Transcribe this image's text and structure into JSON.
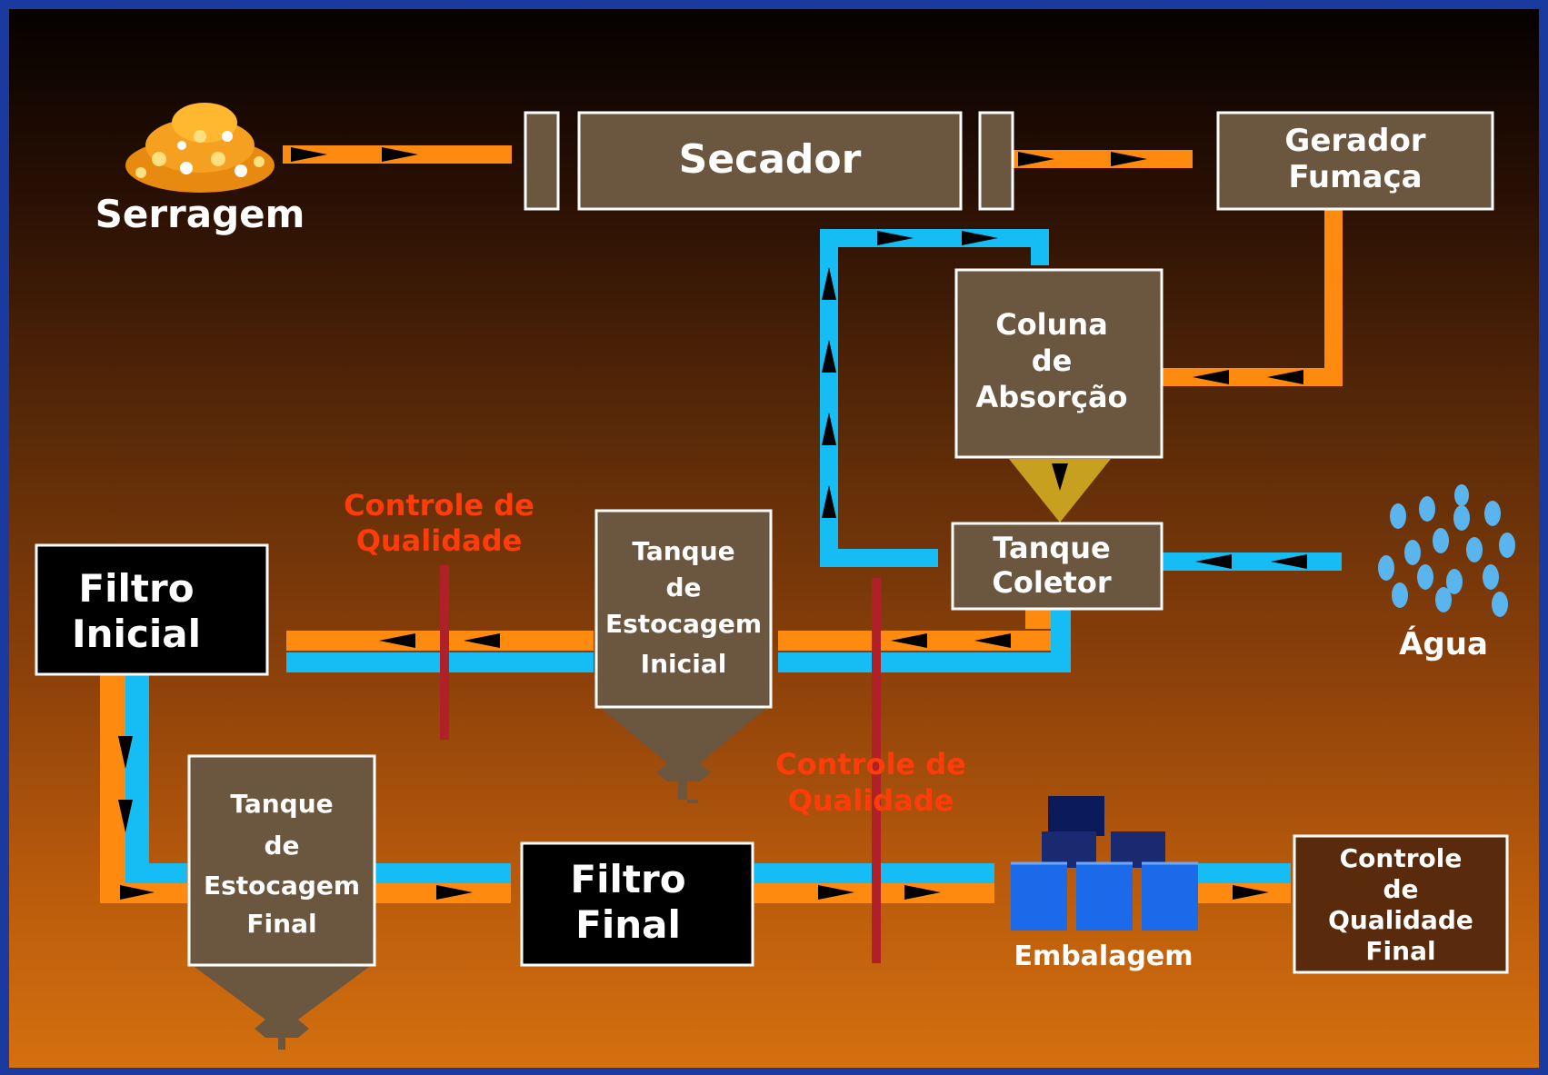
{
  "labels": {
    "serragem": "Serragem",
    "secador": "Secador",
    "gerador_line1": "Gerador",
    "gerador_line2": "Fumaça",
    "coluna_line1": "Coluna",
    "coluna_line2": "de",
    "coluna_line3": "Absorção",
    "tanque_coletor_line1": "Tanque",
    "tanque_coletor_line2": "Coletor",
    "agua": "Água",
    "filtro_inicial_line1": "Filtro",
    "filtro_inicial_line2": "Inicial",
    "tanque_est_inicial_line1": "Tanque",
    "tanque_est_inicial_line2": "de",
    "tanque_est_inicial_line3": "Estocagem",
    "tanque_est_inicial_line4": "Inicial",
    "tanque_est_final_line1": "Tanque",
    "tanque_est_final_line2": "de",
    "tanque_est_final_line3": "Estocagem",
    "tanque_est_final_line4": "Final",
    "filtro_final_line1": "Filtro",
    "filtro_final_line2": "Final",
    "embalagem": "Embalagem",
    "cq_final_line1": "Controle",
    "cq_final_line2": "de",
    "cq_final_line3": "Qualidade",
    "cq_final_line4": "Final",
    "qc1_line1": "Controle de",
    "qc1_line2": "Qualidade",
    "qc2_line1": "Controle de",
    "qc2_line2": "Qualidade"
  },
  "colors": {
    "smoke_pipe": "#ff8a10",
    "water_pipe": "#16bdf5",
    "box_fill": "#6b5640",
    "box_dark": "#000000",
    "box_final": "#5a2a0c",
    "qc_text": "#ff3c0a",
    "qc_line": "#b02028"
  }
}
